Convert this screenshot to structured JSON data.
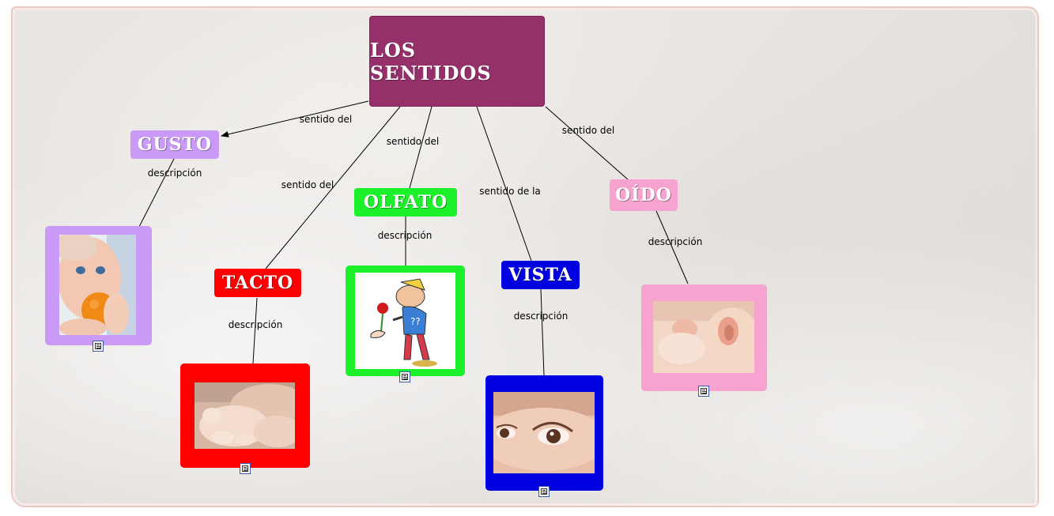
{
  "map": {
    "root": {
      "label": "LOS SENTIDOS",
      "color": "#95306a"
    },
    "concepts": {
      "gusto": {
        "label": "GUSTO",
        "color": "#c99bf6"
      },
      "tacto": {
        "label": "TACTO",
        "color": "#ff0000"
      },
      "olfato": {
        "label": "OLFATO",
        "color": "#1cf02a"
      },
      "vista": {
        "label": "VISTA",
        "color": "#0000e0"
      },
      "oido": {
        "label": "OÍDO",
        "color": "#f7a3cf"
      }
    },
    "link_labels": {
      "gusto": "sentido del",
      "tacto": "sentido del",
      "olfato": "sentido del",
      "vista": "sentido de la",
      "oido": "sentido del",
      "descripcion": "descripción"
    },
    "images": {
      "gusto": "baby-eating-orange-photo",
      "tacto": "baby-hands-photo",
      "olfato": "clown-smelling-rose-drawing",
      "vista": "baby-eyes-photo",
      "oido": "baby-ear-photo"
    },
    "resource_icon": "document-resource-icon",
    "paper_border_color": "#e9c9c2"
  }
}
